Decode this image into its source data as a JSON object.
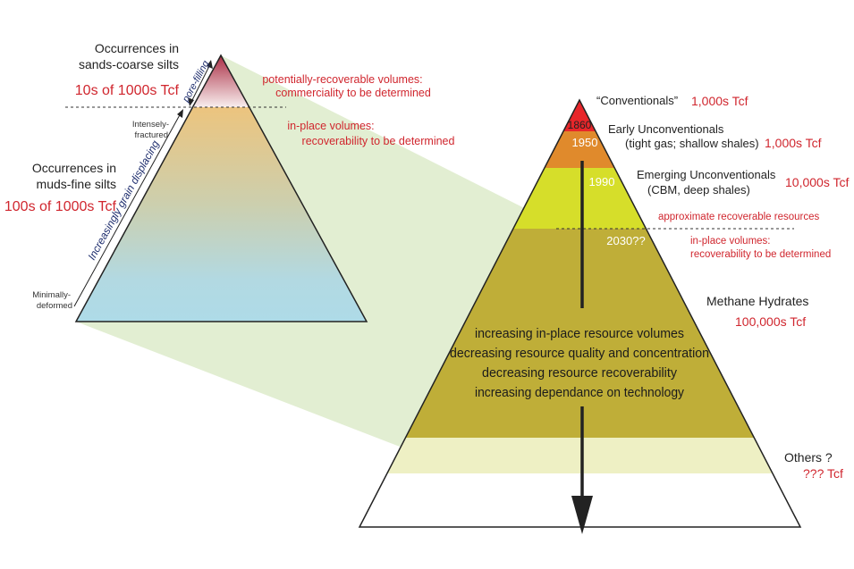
{
  "left_pyramid": {
    "top_title": [
      "Occurrences in",
      "sands-coarse silts"
    ],
    "top_volume": "10s of 1000s Tcf",
    "top_note": [
      "potentially-recoverable volumes:",
      "commerciality to be determined"
    ],
    "mid_note": [
      "in-place volumes:",
      "recoverability to be determined"
    ],
    "bottom_title": [
      "Occurrences in",
      "muds-fine silts"
    ],
    "bottom_volume": "100s of 1000s Tcf",
    "pore_filling": "pore-filling",
    "grain_displacing": "Increasingly grain displacing",
    "intensely": [
      "Intensely-",
      "fractured"
    ],
    "minimally": [
      "Minimally-",
      "deformed"
    ]
  },
  "right_pyramid": {
    "years": [
      "1860",
      "1950",
      "1990",
      "2030??"
    ],
    "conventionals": "“Conventionals”",
    "conventionals_volume": "1,000s Tcf",
    "early": [
      "Early Unconventionals",
      "(tight gas; shallow shales)"
    ],
    "early_volume": "1,000s Tcf",
    "emerging": [
      "Emerging Unconventionals",
      "(CBM, deep shales)"
    ],
    "emerging_volume": "10,000s Tcf",
    "recoverable_note": "approximate recoverable resources",
    "inplace_note": [
      "in-place volumes:",
      "recoverability to be determined"
    ],
    "hydrates": "Methane Hydrates",
    "hydrates_volume": "100,000s Tcf",
    "others": "Others ?",
    "others_volume": "??? Tcf",
    "trends": [
      "increasing in-place resource volumes",
      "decreasing resource quality and concentration",
      "decreasing resource recoverability",
      "increasing dependance on technology"
    ]
  },
  "colors": {
    "red": "#d0262e",
    "conventional": "#e8262a",
    "early": "#e08a2c",
    "emerging": "#d6de2a",
    "hydrates": "#bfae38",
    "others": "#eef0c4",
    "connector": "#e2eed2"
  }
}
